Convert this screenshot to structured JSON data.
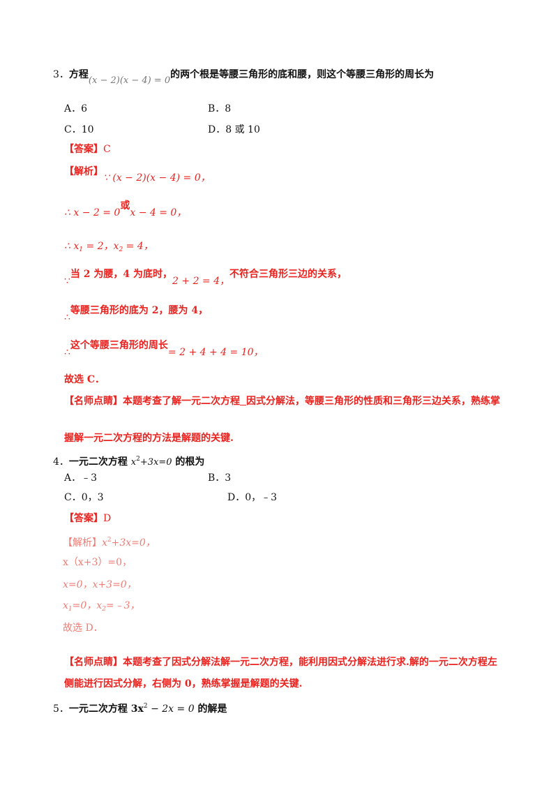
{
  "q3": {
    "num": "3．",
    "text_pre": "方程",
    "eq": "(x − 2)(x − 4) = 0",
    "text_post": "的两个根是等腰三角形的底和腰，则这个等腰三角形的周长为",
    "options": {
      "a": "A．6",
      "b": "B．8",
      "c": "C．10",
      "d": "D．8 或 10"
    },
    "answer_label": "【答案】",
    "answer": "C",
    "analysis_label": "【解析】",
    "step1": "∵ (x − 2)(x − 4) = 0，",
    "step2_pre": "∴ x − 2 = 0",
    "step2_or": "或",
    "step2_post": "x − 4 = 0，",
    "step3_a": "∴ x",
    "step3_a_sub": "1",
    "step3_b": " = 2，x",
    "step3_b_sub": "2",
    "step3_c": " = 4，",
    "step4_symbol": "∵",
    "step4_text": "当 2 为腰，4 为底时，",
    "step4_eq": "2 + 2 = 4，",
    "step4_post": "不符合三角形三边的关系，",
    "step5_symbol": "∴",
    "step5_text": "等腰三角形的底为 2，腰为 4，",
    "step6_symbol": "∴",
    "step6_text": "这个等腰三角形的周长",
    "step6_eq": "= 2 + 4 + 4 = 10，",
    "choose": "故选 C．",
    "comment_label": "【名师点睛】",
    "comment_line1_a": "本题考查了解一元二次方程",
    "comment_line1_b": "因式分解法，等腰三角形的性质和三角形三边关系，熟练掌",
    "comment_line2": "握解一元二次方程的方法是解题的关键."
  },
  "q4": {
    "num": "4．",
    "text_pre": "一元二次方程 ",
    "eq_x": "x",
    "eq_sup": "2",
    "eq_rest": "+3x=0",
    "text_post": " 的根为",
    "options": {
      "a": "A．﹣3",
      "b": "B．3",
      "c": "C．0，3",
      "d": "D．0，﹣3"
    },
    "answer_label": "【答案】",
    "answer": "D",
    "analysis_label": "【解析】",
    "s1_x": "x",
    "s1_sup": "2",
    "s1_rest": "+3x=0，",
    "s2": "x（x+3）=0，",
    "s3": "x=0，x+3=0，",
    "s4_a": "x",
    "s4_a_sub": "1",
    "s4_b": "=0，x",
    "s4_b_sub": "2",
    "s4_c": "=﹣3，",
    "choose": "故选 D．",
    "comment_label": "【名师点睛】",
    "comment_line1": "本题考查了因式分解法解一元二次方程，能利用因式分解法进行求.解的一元二次方程左",
    "comment_line2": "侧能进行因式分解，右侧为 0，熟练掌握是解题的关键."
  },
  "q5": {
    "num": "5．",
    "text_pre": "一元二次方程 3x",
    "sup": "2",
    "text_mid": " − 2x = 0",
    "text_post": " 的解是"
  }
}
